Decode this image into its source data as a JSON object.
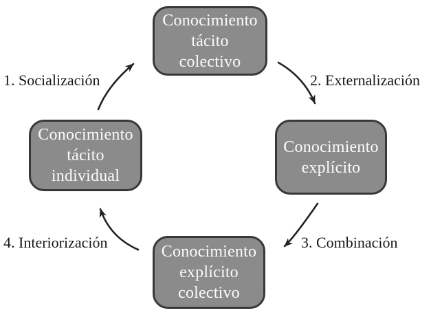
{
  "diagram": {
    "type": "cycle",
    "description": "Ciclo de conversión del conocimiento (modelo SECI)",
    "boxes": [
      {
        "id": "top",
        "lines": [
          "Conocimiento",
          "tácito",
          "colectivo"
        ]
      },
      {
        "id": "right",
        "lines": [
          "Conocimiento",
          "explícito"
        ]
      },
      {
        "id": "bottom",
        "lines": [
          "Conocimiento",
          "explícito",
          "colectivo"
        ]
      },
      {
        "id": "left",
        "lines": [
          "Conocimiento",
          "tácito",
          "individual"
        ]
      }
    ],
    "edge_labels": [
      {
        "id": "socializacion",
        "text": "1. Socialización",
        "from": "left",
        "to": "top"
      },
      {
        "id": "externalizacion",
        "text": "2. Externalización",
        "from": "top",
        "to": "right"
      },
      {
        "id": "combinacion",
        "text": "3. Combinación",
        "from": "right",
        "to": "bottom"
      },
      {
        "id": "interiorizacion",
        "text": "4. Interiorización",
        "from": "bottom",
        "to": "left"
      }
    ],
    "colors": {
      "background": "#ffffff",
      "box_fill": "#8b8b8b",
      "box_border": "#383838",
      "box_text": "#fbfbfb",
      "label_text": "#171717",
      "arrow": "#222222"
    }
  }
}
